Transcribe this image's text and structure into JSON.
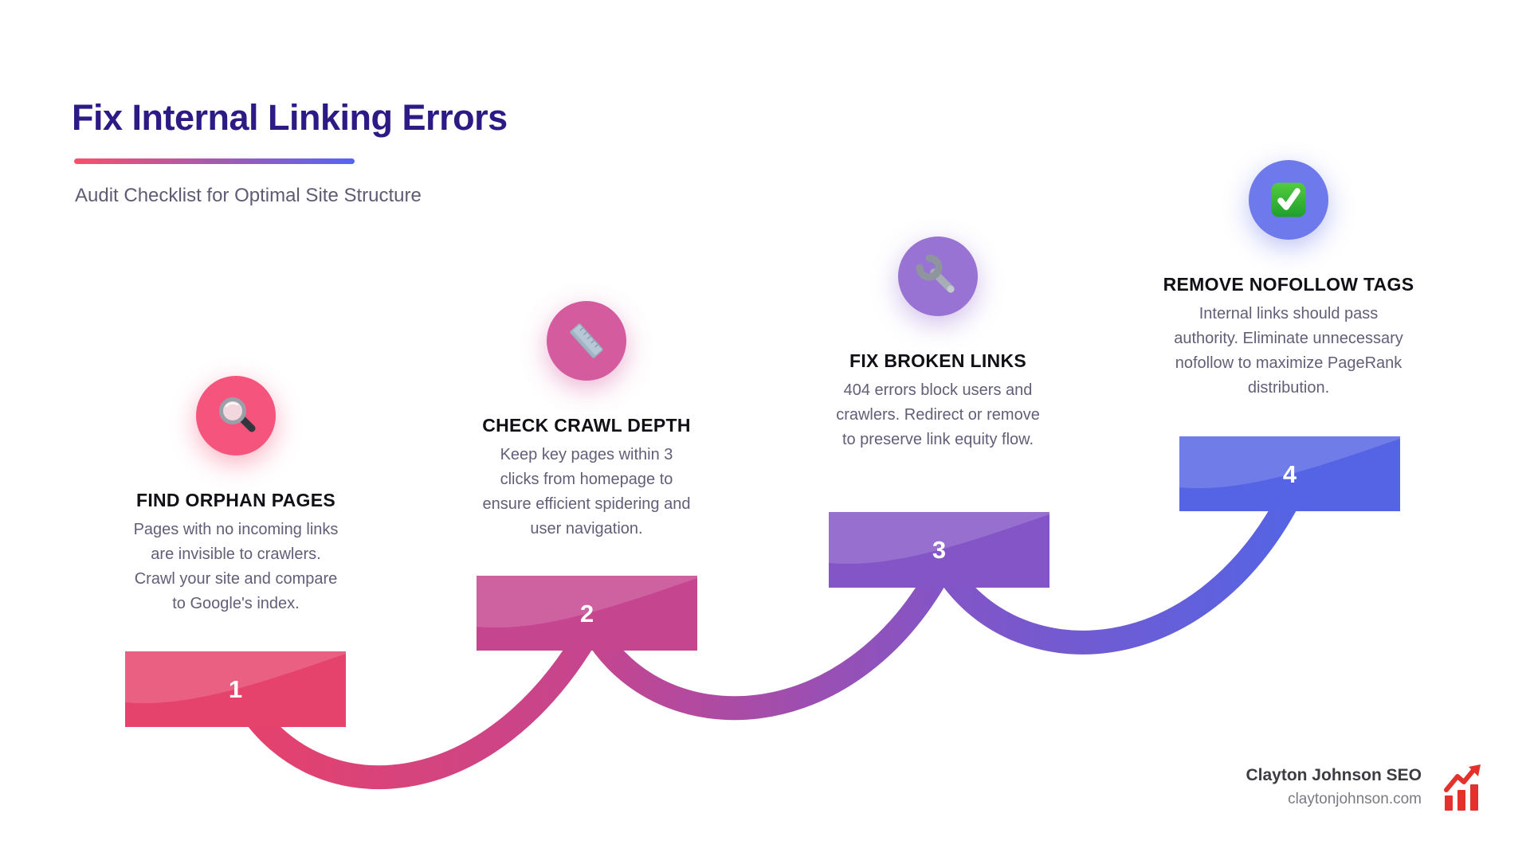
{
  "header": {
    "title": "Fix Internal Linking Errors",
    "subtitle": "Audit Checklist for Optimal Site Structure",
    "underline_gradient": [
      "#f8506b",
      "#5465f3"
    ],
    "title_color": "#2e1a85"
  },
  "steps": [
    {
      "number": "1",
      "title": "FIND ORPHAN PAGES",
      "description_lines": [
        "Pages with no incoming links",
        "are invisible to crawlers.",
        "Crawl your site and compare",
        "to Google's index."
      ],
      "icon": "magnifying-glass-icon",
      "colors": {
        "bar": "#e5426c",
        "circle": "#f5547c"
      }
    },
    {
      "number": "2",
      "title": "CHECK CRAWL DEPTH",
      "description_lines": [
        "Keep key pages within 3",
        "clicks from homepage to",
        "ensure efficient spidering and",
        "user navigation."
      ],
      "icon": "ruler-icon",
      "colors": {
        "bar": "#c5458f",
        "circle": "#d45c9e"
      }
    },
    {
      "number": "3",
      "title": "FIX BROKEN LINKS",
      "description_lines": [
        "404 errors block users and",
        "crawlers. Redirect or remove",
        "to preserve link equity flow."
      ],
      "icon": "wrench-icon",
      "colors": {
        "bar": "#8355c6",
        "circle": "#9873d3"
      }
    },
    {
      "number": "4",
      "title": "REMOVE NOFOLLOW TAGS",
      "description_lines": [
        "Internal links should pass",
        "authority. Eliminate unnecessary",
        "nofollow to maximize PageRank",
        "distribution."
      ],
      "icon": "check-mark-icon",
      "colors": {
        "bar": "#5564e4",
        "circle": "#6e79eb"
      }
    }
  ],
  "footer": {
    "name": "Clayton Johnson SEO",
    "website": "claytonjohnson.com",
    "icon": "growth-chart-icon",
    "icon_color": "#e5312b"
  }
}
